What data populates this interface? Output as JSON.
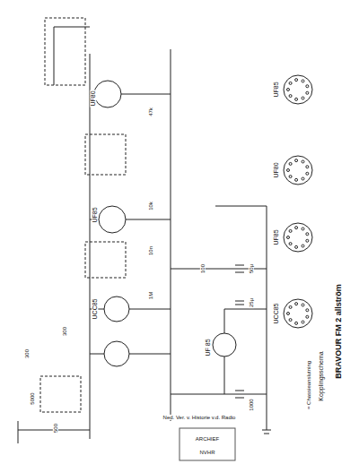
{
  "diagram": {
    "title": "BRAVOUR FM 2 allström",
    "labels": [
      "UCC85",
      "UF85",
      "UF80",
      "UF 85",
      "UCC85",
      "UF85",
      "UF80",
      "UF85",
      "Kopplingsschema",
      "= Chassieanslutning",
      "Ned. Ver. v. Historie v.d. Radio",
      "ARCHIEF",
      "NVHR",
      "300",
      "1M",
      "10k",
      "47k",
      "5000",
      "500",
      "100",
      "50µ",
      "25µ",
      "1000",
      "300",
      "10n"
    ]
  }
}
